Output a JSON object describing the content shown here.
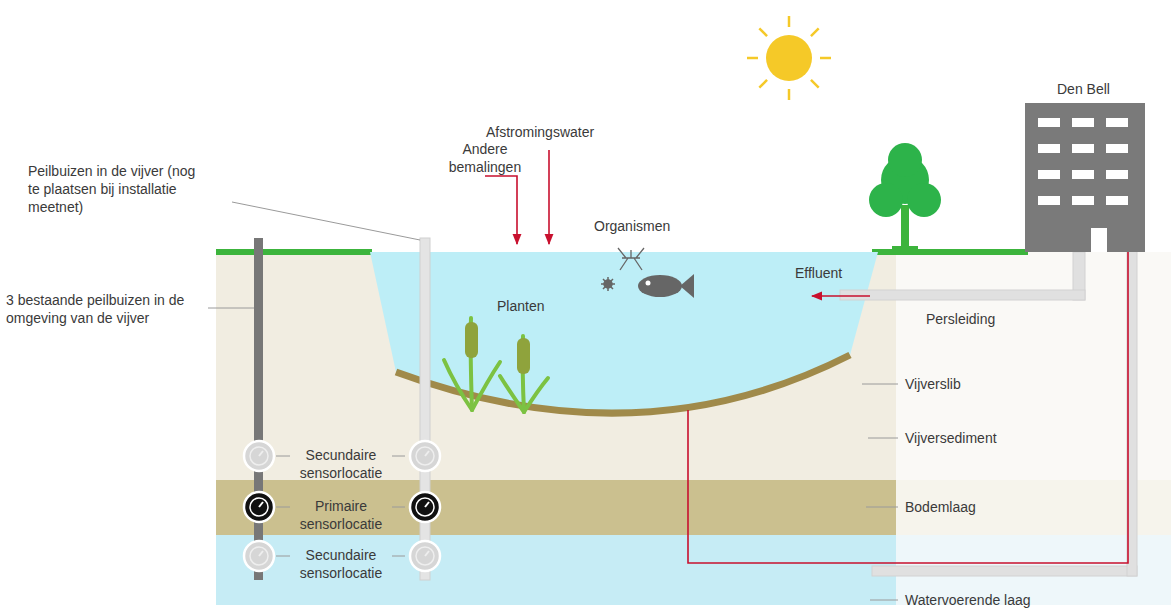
{
  "diagram": {
    "labels": [
      "Peilbuizen in de vijver (nog te plaatsen bij installatie meetnet)",
      "3 bestaande peilbuizen in de omgeving van de vijver",
      "Andere bemalingen",
      "Afstromingswater",
      "Organismen",
      "Planten",
      "Effluent",
      "Persleiding",
      "Den Bell",
      "Vijverslib",
      "Vijversediment",
      "Bodemlaag",
      "Watervoerende laag",
      "Secundaire sensorlocatie",
      "Primaire sensorlocatie",
      "Secundaire sensorlocatie"
    ]
  }
}
